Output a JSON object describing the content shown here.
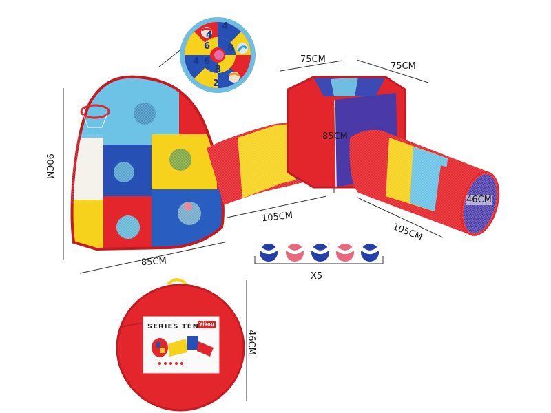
{
  "product_image": {
    "dimensions": {
      "tent_height": "90CM",
      "tent_width": "85CM",
      "cube_width_left": "75CM",
      "cube_width_right": "75CM",
      "cube_height": "85CM",
      "tunnel_left_length": "105CM",
      "tunnel_right_length": "105CM",
      "tunnel_diameter": "46CM",
      "bag_diameter": "46CM"
    },
    "balls_quantity": "X5",
    "dartboard": {
      "numbers": [
        "4",
        "6",
        "8",
        "6",
        "4",
        "8",
        "4",
        "2"
      ]
    },
    "package": {
      "title": "SERIES TENT",
      "logo": "Yikou"
    },
    "colors": {
      "red": "#e0262b",
      "yellow": "#f7d51b",
      "blue": "#2b4fb8",
      "light_blue": "#6cc3e6",
      "purple": "#5a3aa0",
      "dim_line": "#333333"
    }
  }
}
